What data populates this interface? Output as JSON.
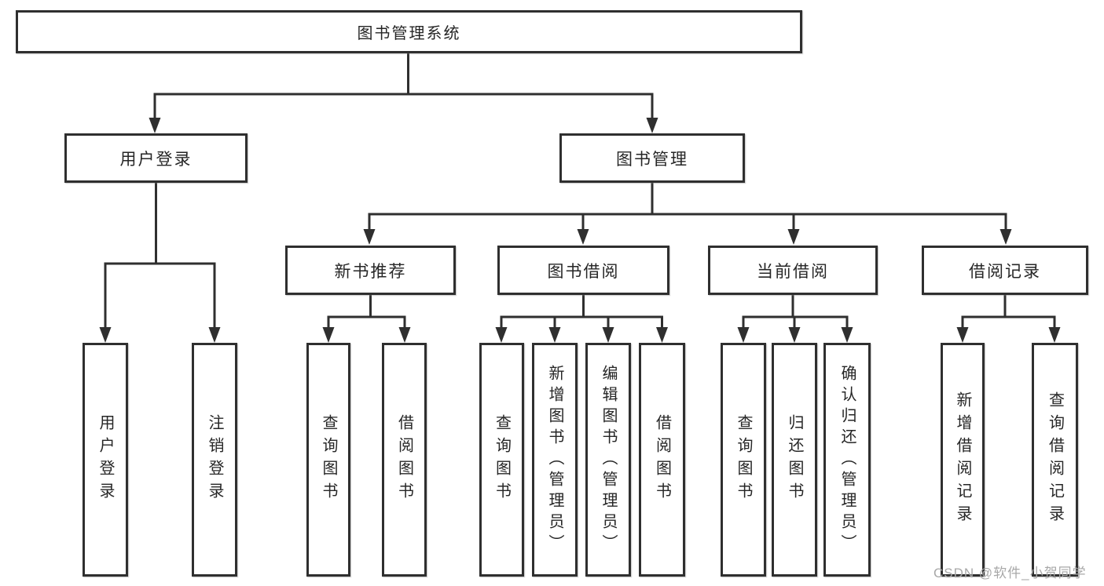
{
  "nodes": {
    "root": "图书管理系统",
    "level2": [
      "用户登录",
      "图书管理"
    ],
    "level3": [
      "新书推荐",
      "图书借阅",
      "当前借阅",
      "借阅记录"
    ],
    "leaves": [
      "用户登录",
      "注销登录",
      "查询图书",
      "借阅图书",
      "查询图书",
      "新增图书（管理员）",
      "编辑图书（管理员）",
      "借阅图书",
      "查询图书",
      "归还图书",
      "确认归还（管理员）",
      "新增借阅记录",
      "查询借阅记录"
    ]
  },
  "watermark": "CSDN @软件_小贺同学",
  "colors": {
    "line": "#2f2f2f",
    "text": "#262626",
    "background": "#ffffff",
    "watermark": "#a8a8a8"
  }
}
